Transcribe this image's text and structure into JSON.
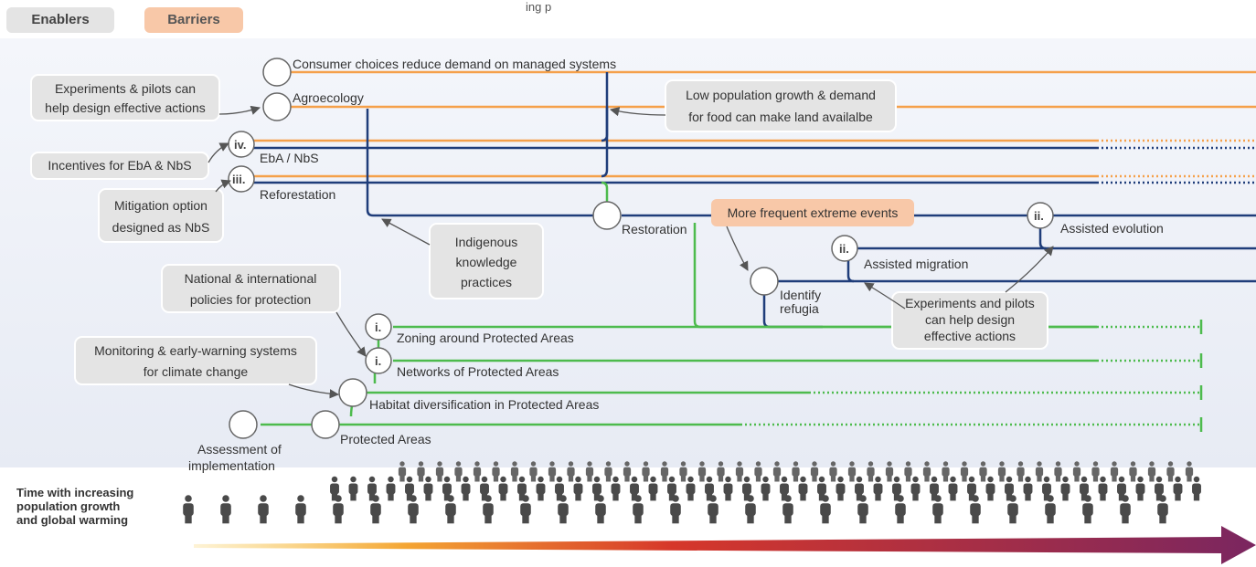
{
  "header": {
    "subtitle_fragment": "ing p"
  },
  "legend": {
    "enablers": "Enablers",
    "barriers": "Barriers"
  },
  "colors": {
    "orange": "#f5a04a",
    "navy": "#1f3d7a",
    "green": "#4dbb4d",
    "enabler_box": "#e4e4e4",
    "barrier_box": "#f8c8a8",
    "arrow_start": "#f7c234",
    "arrow_mid": "#d6372a",
    "arrow_end": "#7a2660"
  },
  "pathways": [
    {
      "id": "consumer",
      "label": "Consumer choices reduce demand on managed systems",
      "color": "orange"
    },
    {
      "id": "agroecology",
      "label": "Agroecology",
      "color": "orange"
    },
    {
      "id": "eba",
      "label": "EbA / NbS",
      "numeral": "iv.",
      "color": "navy"
    },
    {
      "id": "reforestation",
      "label": "Reforestation",
      "numeral": "iii.",
      "color": "navy"
    },
    {
      "id": "restoration",
      "label": "Restoration",
      "color": "green"
    },
    {
      "id": "identify_refugia",
      "label_line1": "Identify",
      "label_line2": "refugia",
      "color": "navy"
    },
    {
      "id": "assisted_migration",
      "label": "Assisted migration",
      "numeral": "ii.",
      "color": "navy"
    },
    {
      "id": "assisted_evolution",
      "label": "Assisted evolution",
      "numeral": "ii.",
      "color": "navy"
    },
    {
      "id": "zoning",
      "label": "Zoning around Protected Areas",
      "numeral": "i.",
      "color": "green"
    },
    {
      "id": "networks",
      "label": "Networks of Protected Areas",
      "numeral": "i.",
      "color": "green"
    },
    {
      "id": "habitat",
      "label": "Habitat diversification in Protected Areas",
      "color": "green"
    },
    {
      "id": "protected",
      "label": "Protected Areas",
      "color": "green"
    },
    {
      "id": "assessment",
      "label_line1": "Assessment of",
      "label_line2": "implementation",
      "color": "green"
    }
  ],
  "enablers": [
    {
      "line1": "Experiments & pilots can",
      "line2": "help design effective actions"
    },
    {
      "line1": "Incentives for EbA & NbS"
    },
    {
      "line1": "Mitigation option",
      "line2": "designed as NbS"
    },
    {
      "line1": "Low population growth & demand",
      "line2": "for food can make land availalbe"
    },
    {
      "line1": "Indigenous",
      "line2": "knowledge",
      "line3": "practices"
    },
    {
      "line1": "National & international",
      "line2": "policies for protection"
    },
    {
      "line1": "Monitoring & early-warning systems",
      "line2": "for climate change"
    },
    {
      "line1": "Experiments and pilots",
      "line2": "can help design",
      "line3": "effective actions"
    }
  ],
  "barriers": [
    {
      "line1": "More frequent extreme events"
    }
  ],
  "time_axis": {
    "line1": "Time with increasing",
    "line2": "population growth",
    "line3": "and global warming"
  }
}
